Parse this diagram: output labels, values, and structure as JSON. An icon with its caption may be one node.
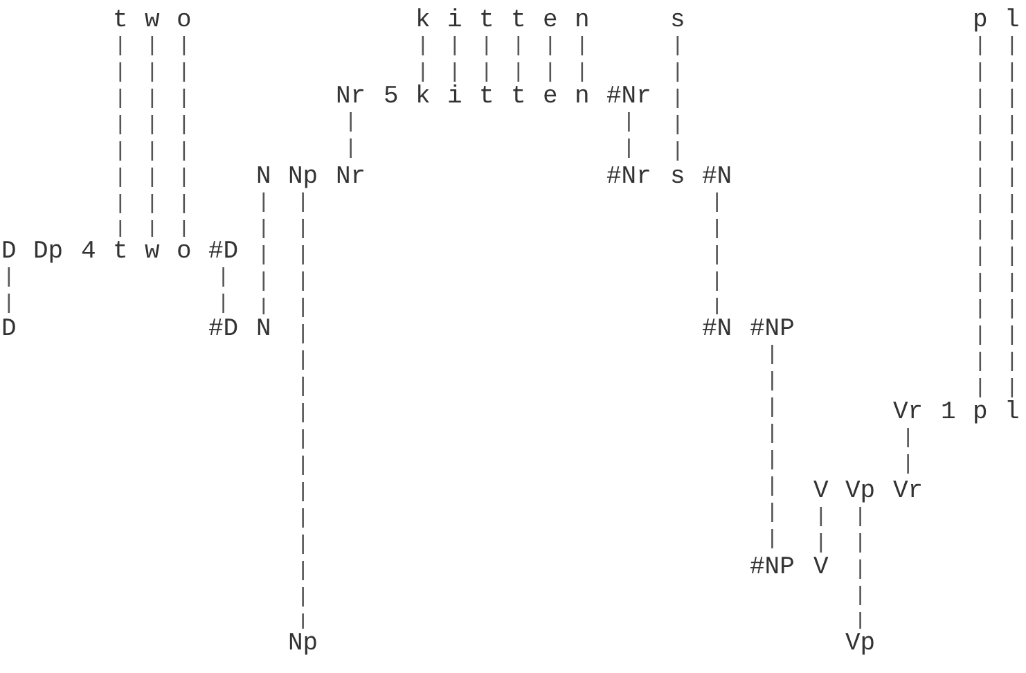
{
  "diagram": {
    "nodes": [
      {
        "text": [
          "t"
        ]
      },
      {
        "text": [
          "w"
        ]
      },
      {
        "text": [
          "o"
        ]
      },
      {
        "text": [
          "k"
        ]
      },
      {
        "text": [
          "i"
        ]
      },
      {
        "text": [
          "t"
        ]
      },
      {
        "text": [
          "t"
        ]
      },
      {
        "text": [
          "e"
        ]
      },
      {
        "text": [
          "n"
        ]
      },
      {
        "text": [
          "s"
        ]
      },
      {
        "text": [
          "p"
        ]
      },
      {
        "text": [
          "l"
        ]
      },
      {
        "text": [
          "Nr"
        ]
      },
      {
        "text": [
          "k"
        ]
      },
      {
        "text": [
          "i"
        ]
      },
      {
        "text": [
          "t"
        ]
      },
      {
        "text": [
          "t"
        ]
      },
      {
        "text": [
          "e"
        ]
      },
      {
        "text": [
          "n"
        ]
      },
      {
        "text": [
          "#Nr"
        ]
      },
      {
        "text": [
          "N"
        ]
      },
      {
        "text": [
          "Np"
        ]
      },
      {
        "text": [
          "Nr"
        ]
      },
      {
        "text": [
          "#Nr"
        ]
      },
      {
        "text": [
          "s"
        ]
      },
      {
        "text": [
          "#N"
        ]
      },
      {
        "text": [
          "D"
        ]
      },
      {
        "text": [
          "t"
        ]
      },
      {
        "text": [
          "w"
        ]
      },
      {
        "text": [
          "o"
        ]
      },
      {
        "text": [
          "#D"
        ]
      },
      {
        "text": [
          "D"
        ]
      },
      {
        "text": [
          "#D"
        ]
      },
      {
        "text": [
          "N"
        ]
      },
      {
        "text": [
          "#N"
        ]
      },
      {
        "text": [
          "#NP"
        ]
      },
      {
        "text": [
          "Vr"
        ]
      },
      {
        "text": [
          "p"
        ]
      },
      {
        "text": [
          "l"
        ]
      },
      {
        "text": [
          "V"
        ]
      },
      {
        "text": [
          "Vp"
        ]
      },
      {
        "text": [
          "Vr"
        ]
      },
      {
        "text": [
          "#NP"
        ]
      },
      {
        "text": [
          "V"
        ]
      },
      {
        "text": [
          "Np"
        ]
      },
      {
        "text": [
          "Vp"
        ]
      }
    ],
    "edges": [
      {
        "from": 0,
        "to": 27,
        "arrow": "none"
      },
      {
        "from": 1,
        "to": 28,
        "arrow": "none"
      },
      {
        "from": 2,
        "to": 29,
        "arrow": "none"
      },
      {
        "from": 3,
        "to": 13,
        "arrow": "none"
      },
      {
        "from": 4,
        "to": 14,
        "arrow": "none"
      },
      {
        "from": 5,
        "to": 15,
        "arrow": "none"
      },
      {
        "from": 6,
        "to": 16,
        "arrow": "none"
      },
      {
        "from": 7,
        "to": 17,
        "arrow": "none"
      },
      {
        "from": 8,
        "to": 18,
        "arrow": "none"
      },
      {
        "from": 9,
        "to": 24,
        "arrow": "none"
      },
      {
        "from": 10,
        "to": 37,
        "arrow": "none"
      },
      {
        "from": 11,
        "to": 38,
        "arrow": "none"
      },
      {
        "from": 12,
        "to": 22,
        "arrow": "none"
      },
      {
        "from": 19,
        "to": 23,
        "arrow": "none"
      },
      {
        "from": 20,
        "to": 33,
        "arrow": "none"
      },
      {
        "from": 21,
        "to": 44,
        "arrow": "none"
      },
      {
        "from": 25,
        "to": 34,
        "arrow": "none"
      },
      {
        "from": 26,
        "to": 31,
        "arrow": "none"
      },
      {
        "from": 30,
        "to": 32,
        "arrow": "none"
      },
      {
        "from": 35,
        "to": 42,
        "arrow": "none"
      },
      {
        "from": 36,
        "to": 41,
        "arrow": "none"
      },
      {
        "from": 39,
        "to": 43,
        "arrow": "none"
      },
      {
        "from": 40,
        "to": 45,
        "arrow": "none"
      }
    ],
    "labels": [
      "5",
      "Dp",
      "4",
      "1"
    ]
  }
}
